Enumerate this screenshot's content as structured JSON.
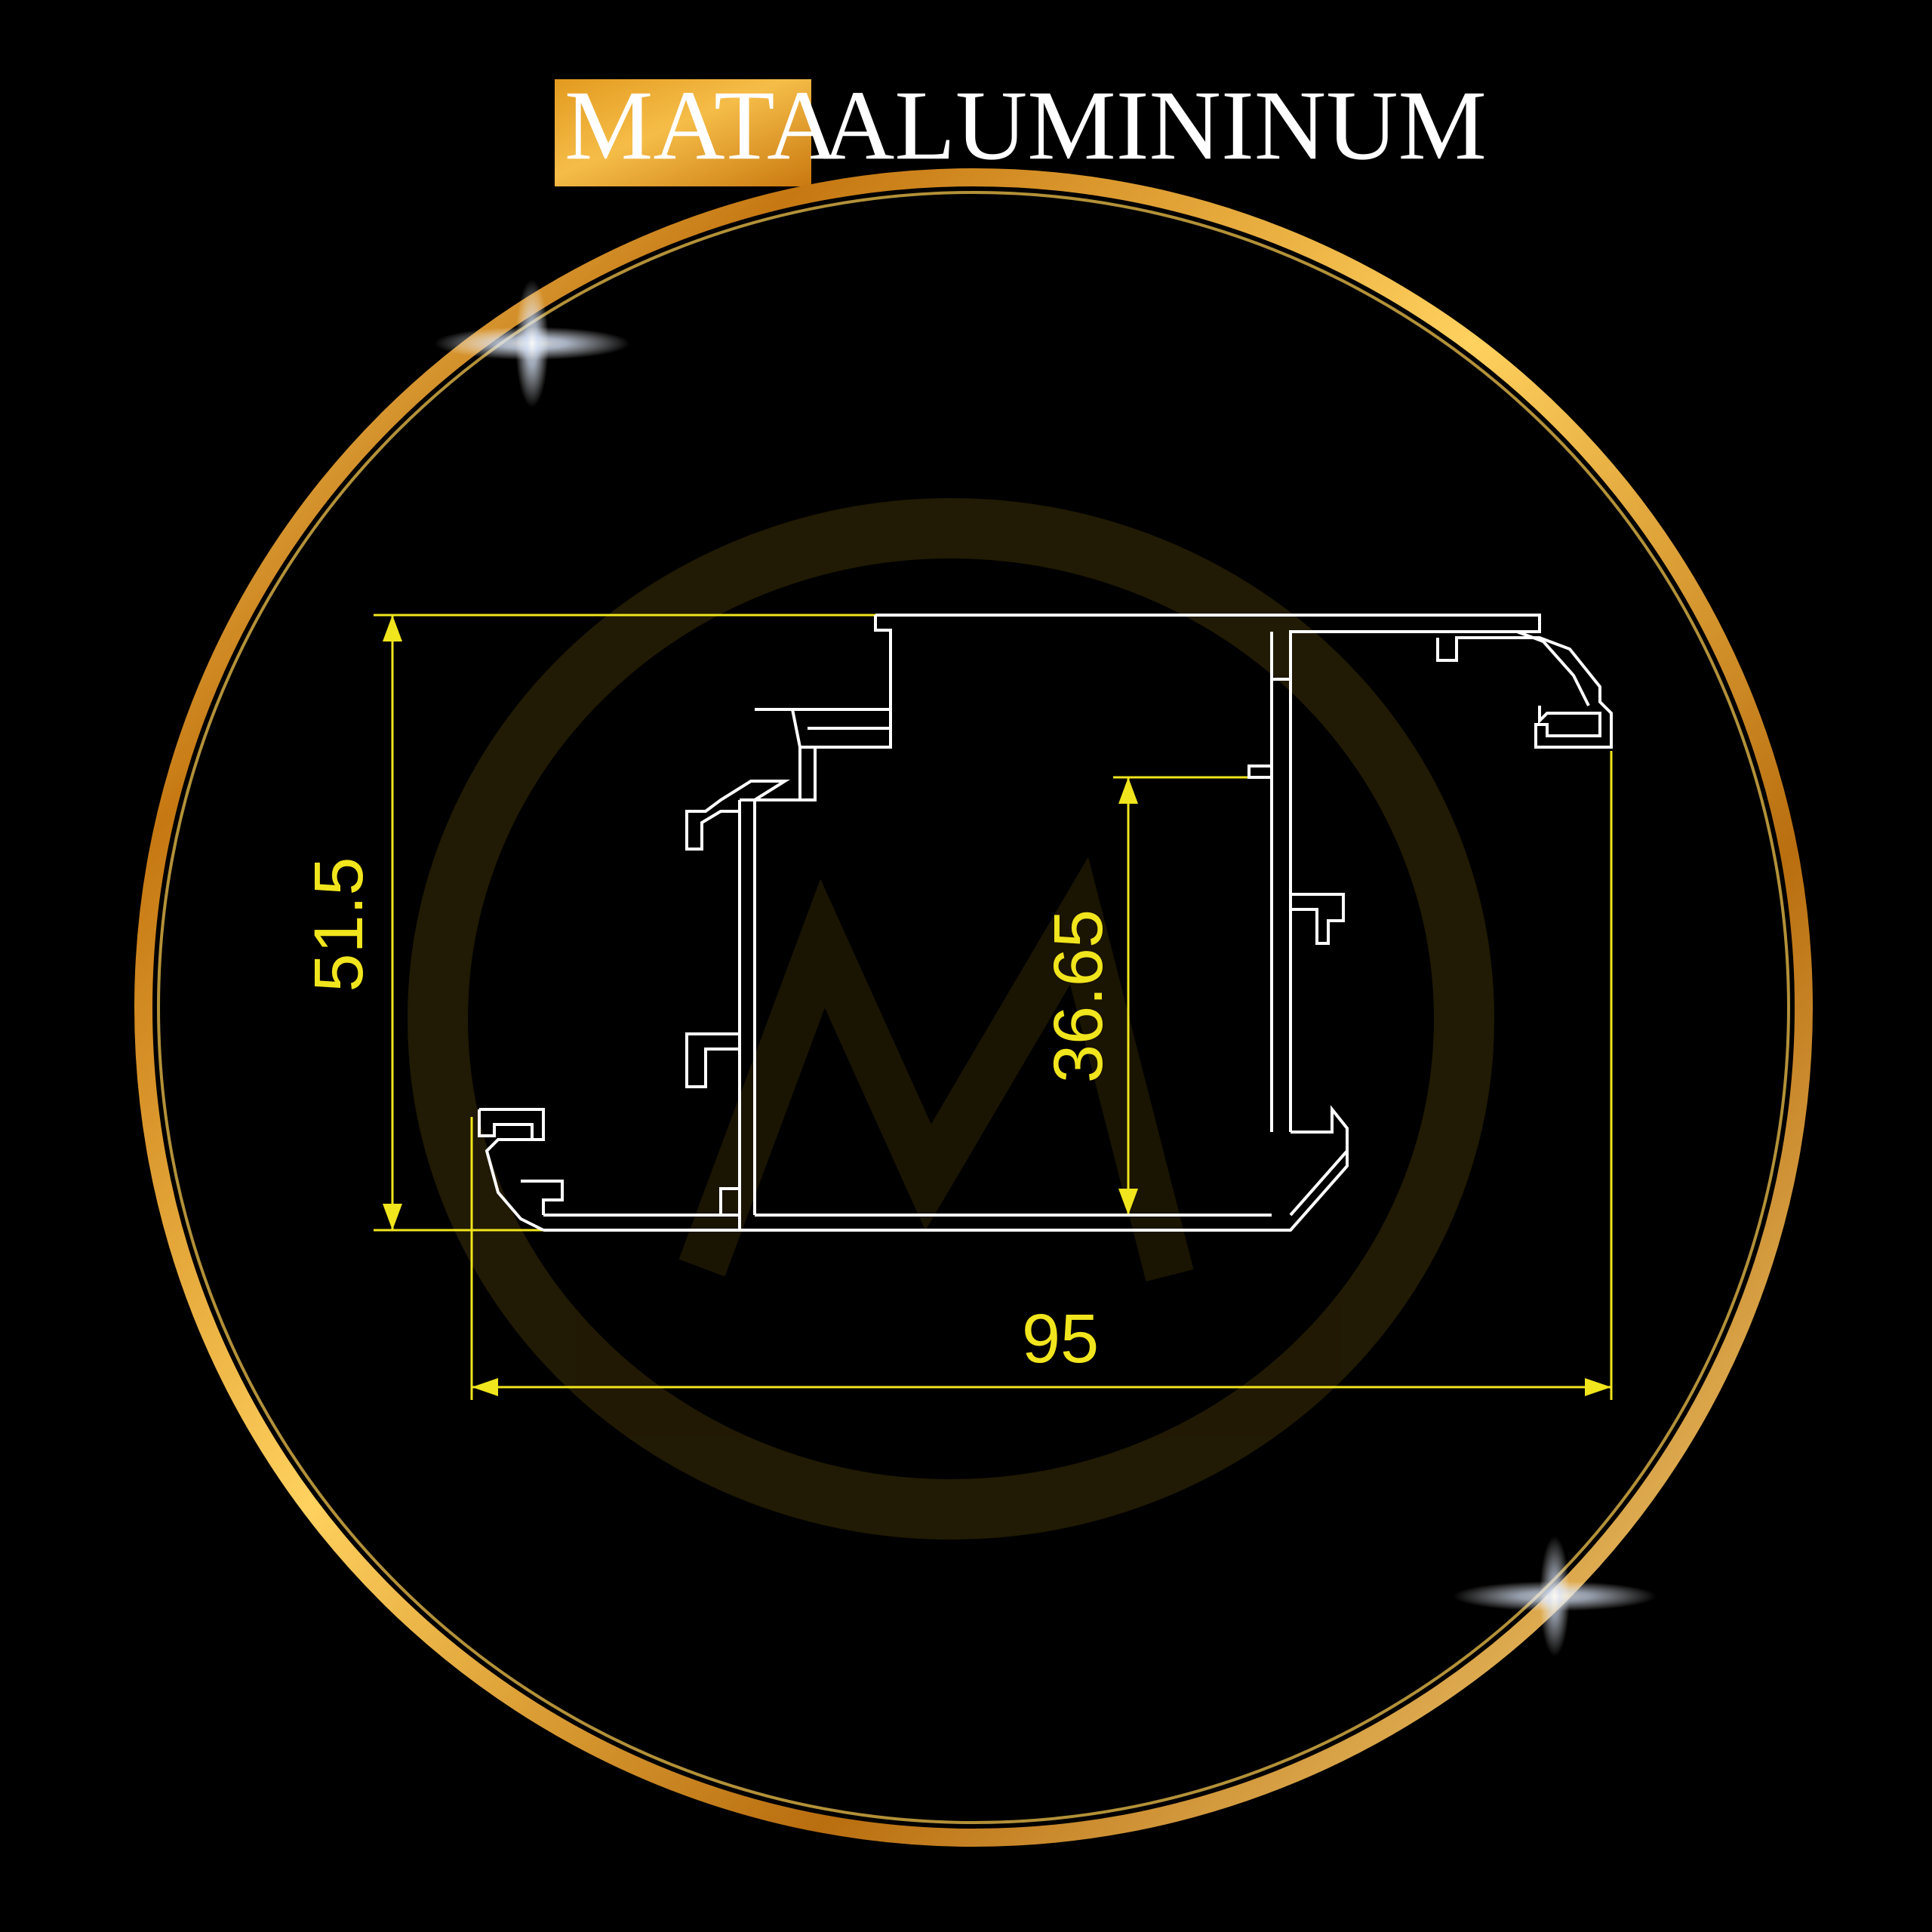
{
  "brand": {
    "highlight": "MATA",
    "rest": "ALUMININUM"
  },
  "dimensions": {
    "height_total": "51.5",
    "inner_height": "36.65",
    "width_total": "95"
  },
  "colors": {
    "background": "#000000",
    "dimension_yellow": "#f1e51d",
    "ring_gold": "#d89a1a",
    "profile_white": "#ffffff"
  }
}
